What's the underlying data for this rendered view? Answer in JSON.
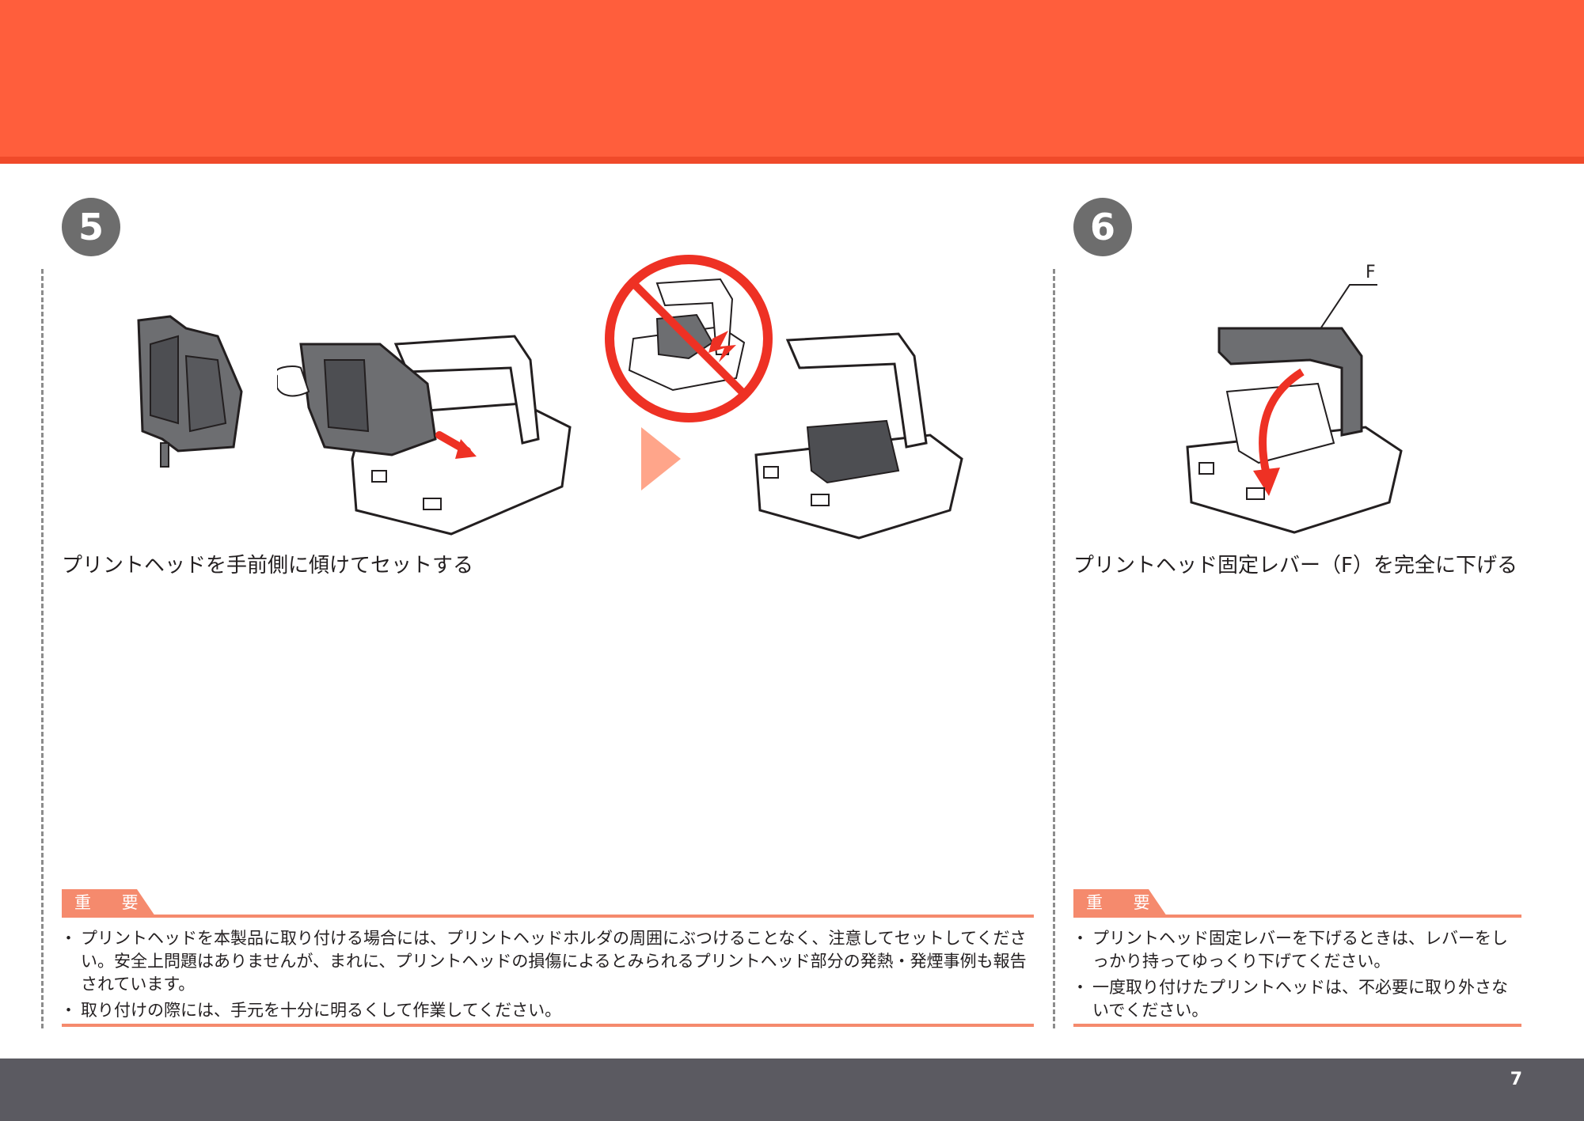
{
  "page_number": "7",
  "step5": {
    "number": "5",
    "title": "プリントヘッドを手前側に傾けてセットする",
    "important_label": "重 要",
    "notes": [
      "プリントヘッドを本製品に取り付ける場合には、プリントヘッドホルダの周囲にぶつけることなく、注意してセットしてください。安全上問題はありませんが、まれに、プリントヘッドの損傷によるとみられるプリントヘッド部分の発熱・発煙事例も報告されています。",
      "取り付けの際には、手元を十分に明るくして作業してください。"
    ]
  },
  "step6": {
    "number": "6",
    "title": "プリントヘッド固定レバー（F）を完全に下げる",
    "callout": "F",
    "important_label": "重 要",
    "notes": [
      "プリントヘッド固定レバーを下げるときは、レバーをしっかり持ってゆっくり下げてください。",
      "一度取り付けたプリントヘッドは、不必要に取り外さないでください。"
    ]
  },
  "colors": {
    "banner": "#ff5e3c",
    "footer": "#5b5a61",
    "accent_rule": "#f58a6d",
    "badge": "#6d6d6d",
    "prohibit": "#ee3124"
  }
}
